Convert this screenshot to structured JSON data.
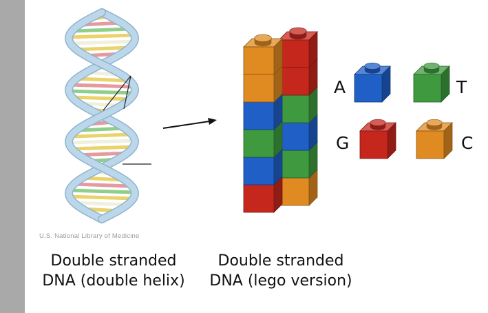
{
  "credit": "U.S. National Library of Medicine",
  "captions": {
    "helix_line1": "Double stranded",
    "helix_line2": "DNA (double helix)",
    "lego_line1": "Double stranded",
    "lego_line2": "DNA (lego version)"
  },
  "bases": [
    {
      "letter": "A",
      "color": "#1f5fc6"
    },
    {
      "letter": "T",
      "color": "#3f9a3f"
    },
    {
      "letter": "G",
      "color": "#c6271d"
    },
    {
      "letter": "C",
      "color": "#e08a22"
    }
  ],
  "lego_stack": {
    "left_column": [
      "C",
      "C",
      "A",
      "T",
      "A",
      "G"
    ],
    "right_column": [
      "G",
      "G",
      "T",
      "A",
      "T",
      "C"
    ]
  },
  "colors": {
    "sidebar": "#a9a9a9",
    "helix_ribbon": "#bcd7ea",
    "A": "#1f5fc6",
    "T": "#3f9a3f",
    "G": "#c6271d",
    "C": "#e08a22"
  }
}
